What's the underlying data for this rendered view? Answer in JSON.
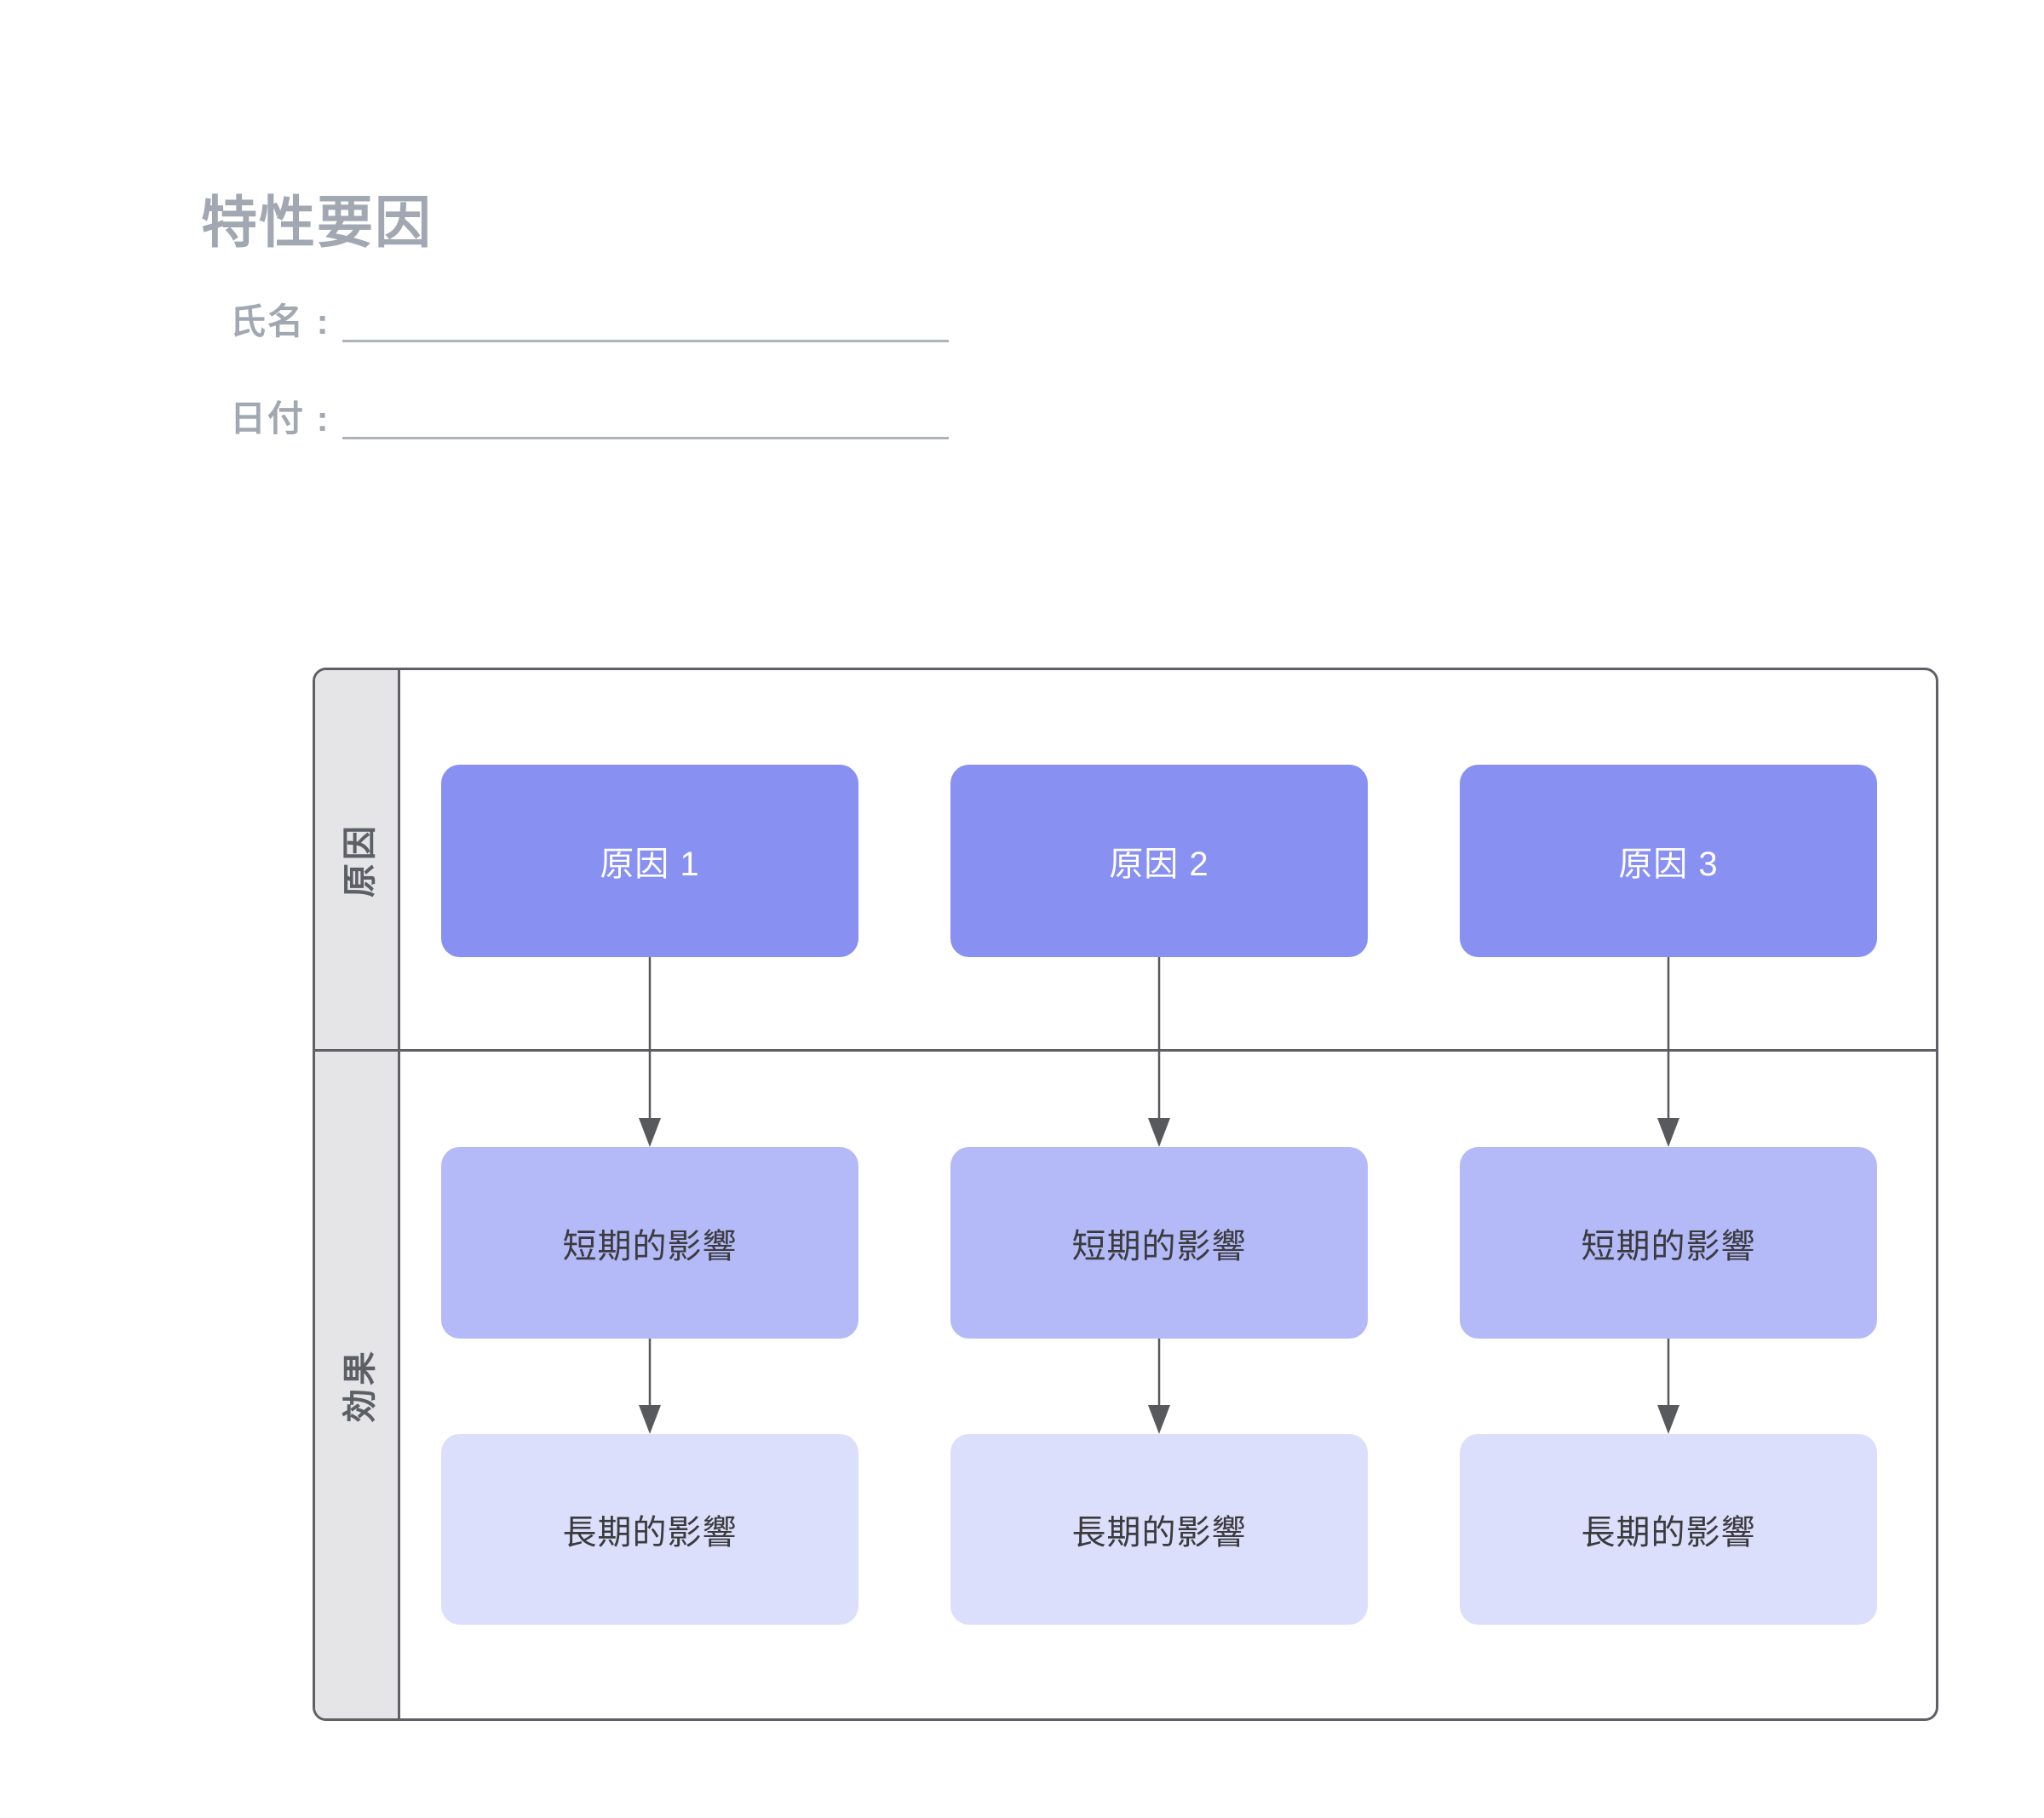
{
  "page": {
    "title": "特性要因"
  },
  "form": {
    "name_label": "氏名 :",
    "name_value": "",
    "date_label": "日付 :",
    "date_value": ""
  },
  "diagram": {
    "rows": [
      {
        "label": "原因"
      },
      {
        "label": "効果"
      }
    ],
    "columns": [
      {
        "cause": "原因 1",
        "short_effect": "短期的影響",
        "long_effect": "長期的影響"
      },
      {
        "cause": "原因 2",
        "short_effect": "短期的影響",
        "long_effect": "長期的影響"
      },
      {
        "cause": "原因 3",
        "short_effect": "短期的影響",
        "long_effect": "長期的影響"
      }
    ],
    "colors": {
      "cause_fill": "#8890F1",
      "short_effect_fill": "#B4B9F8",
      "long_effect_fill": "#DCDFFB",
      "sidebar_fill": "#E5E5E7",
      "frame_border": "#5E6065",
      "arrow": "#58595D",
      "heading_text": "#A2A8B2"
    }
  }
}
